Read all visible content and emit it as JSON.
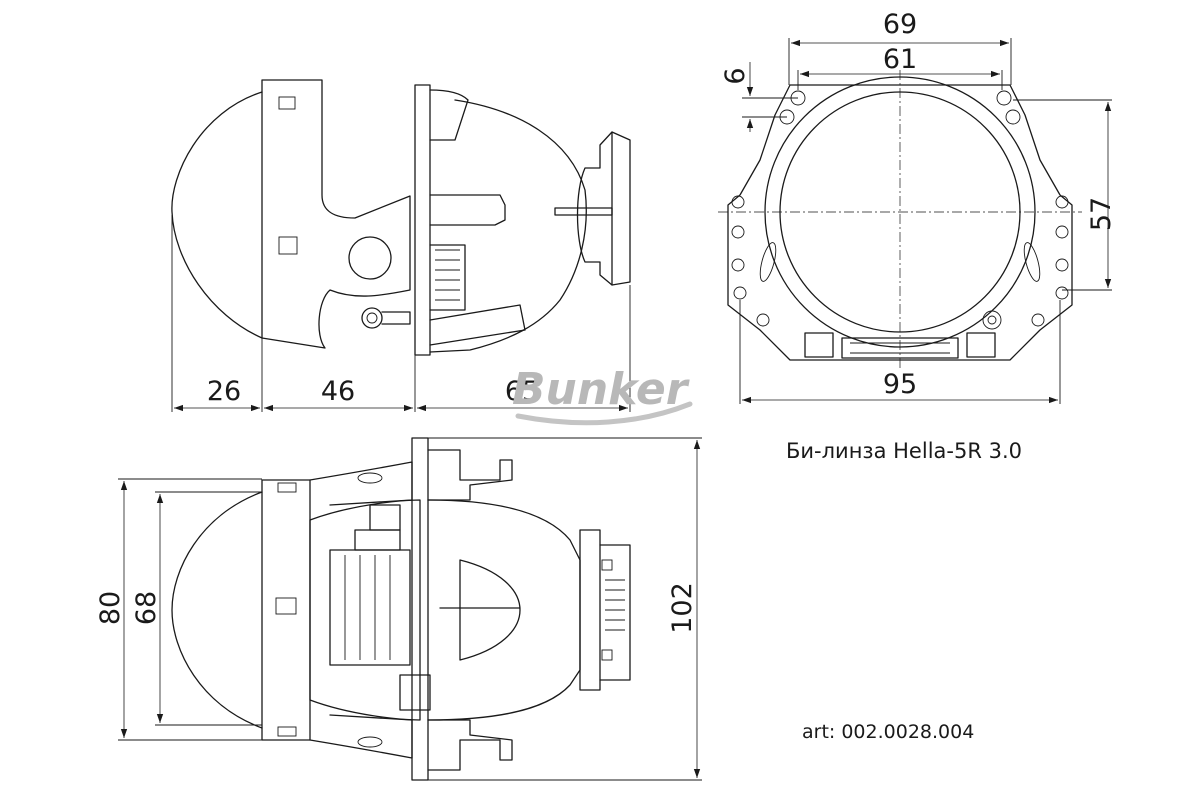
{
  "caption": "Би-линза Hella-5R 3.0",
  "article": "art: 002.0028.004",
  "watermark": "Bunker",
  "dimensions": {
    "side_front": "26",
    "side_middle": "46",
    "side_rear": "65",
    "front_outer_width": "69",
    "front_inner_width": "61",
    "front_small": "6",
    "front_height": "57",
    "front_total_width": "95",
    "top_height_outer": "80",
    "top_height_inner": "68",
    "top_total_height": "102"
  }
}
